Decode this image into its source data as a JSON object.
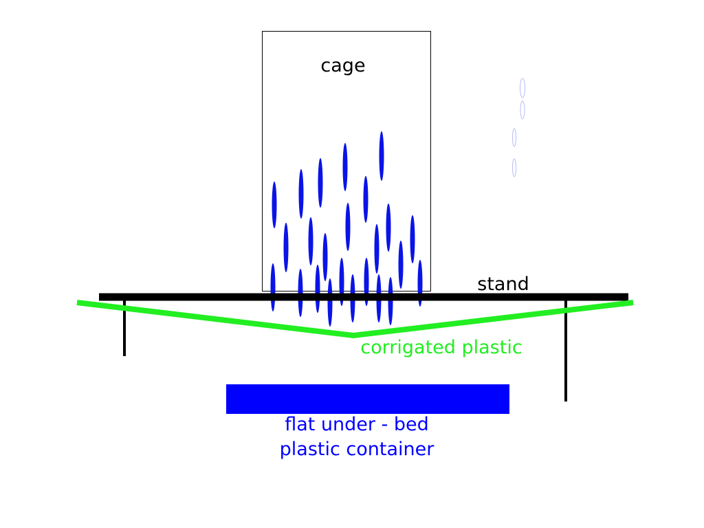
{
  "labels": {
    "cage": "cage",
    "stand": "stand",
    "corrugated": "corrigated plastic",
    "container_line1": "flat under - bed",
    "container_line2": "plastic container"
  },
  "colors": {
    "background": "#ffffff",
    "outline": "#000000",
    "stand": "#000000",
    "corrugated_plastic": "#22ee22",
    "drops": "#0a14e6",
    "faint_drops": "#b8bcf4",
    "container": "#0000ff",
    "container_text": "#0000ff",
    "corrugated_text": "#22ee22"
  }
}
